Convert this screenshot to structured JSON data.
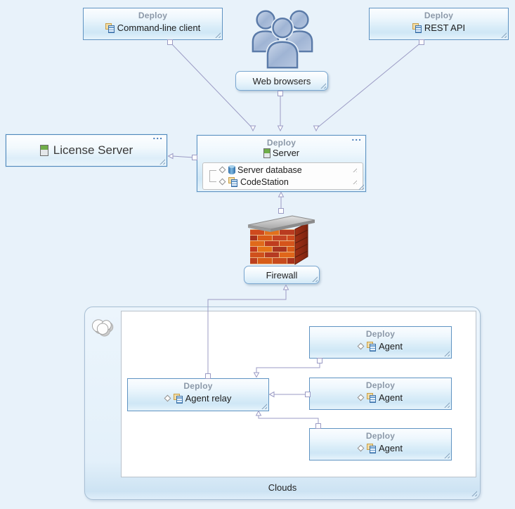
{
  "colors": {
    "canvas_bg": "#e8f2fa",
    "box_border": "#5f93c2",
    "deploy_title": "#8b98a8",
    "connector": "#9b9bc4"
  },
  "overflow_label": "...",
  "nodes": {
    "cmdline": {
      "type_label": "Deploy",
      "name": "Command-line client"
    },
    "restapi": {
      "type_label": "Deploy",
      "name": "REST API"
    },
    "web_browsers": {
      "label": "Web browsers"
    },
    "license_server": {
      "name": "License Server"
    },
    "server": {
      "type_label": "Deploy",
      "name": "Server",
      "components": [
        {
          "name": "Server database"
        },
        {
          "name": "CodeStation"
        }
      ]
    },
    "firewall": {
      "label": "Firewall"
    },
    "clouds": {
      "label": "Clouds"
    },
    "agent_relay": {
      "type_label": "Deploy",
      "name": "Agent relay"
    },
    "agent_top": {
      "type_label": "Deploy",
      "name": "Agent"
    },
    "agent_middle": {
      "type_label": "Deploy",
      "name": "Agent"
    },
    "agent_bottom": {
      "type_label": "Deploy",
      "name": "Agent"
    }
  }
}
